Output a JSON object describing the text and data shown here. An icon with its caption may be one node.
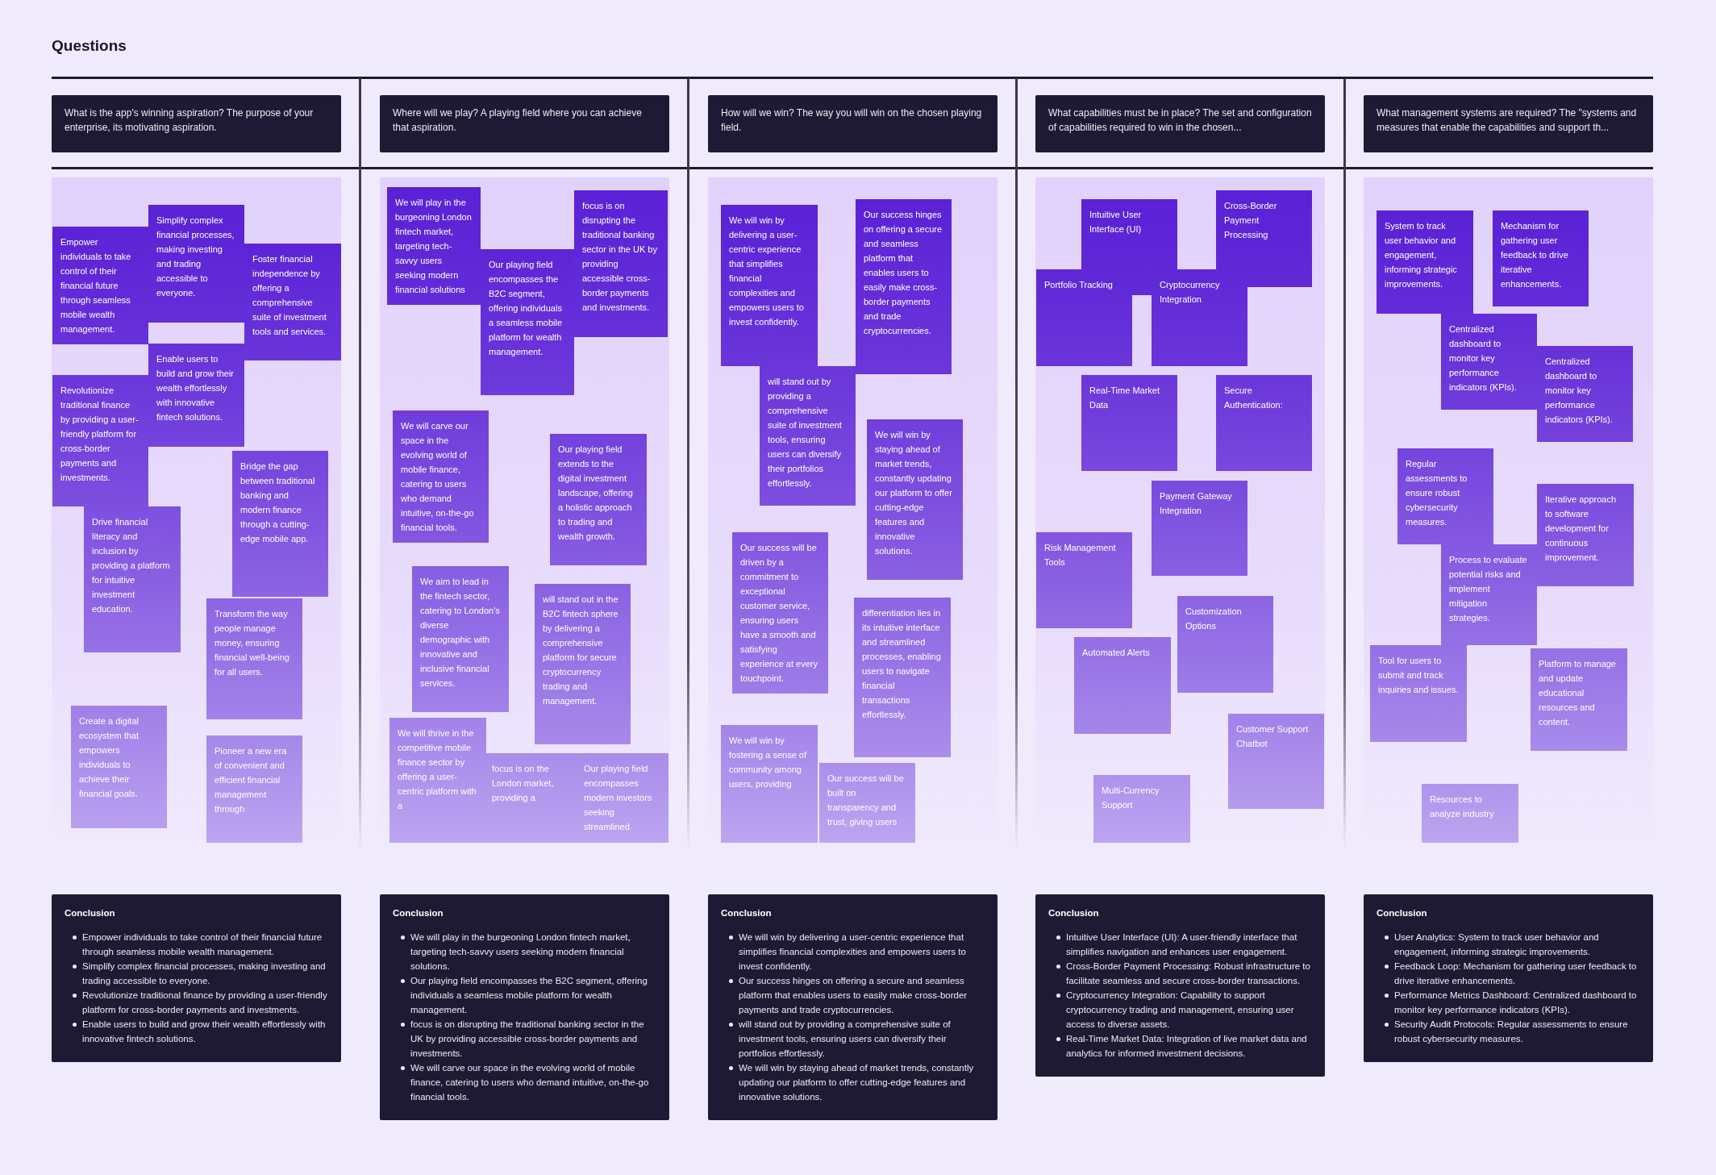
{
  "diagram": {
    "title": "Questions",
    "nodes": [
      {
        "text": [
          "What is the app's winning aspiration? The purpose of your enterprise, its motivating aspiration."
        ]
      },
      {
        "text": [
          "Where will we play? A playing field where you can achieve that aspiration."
        ]
      },
      {
        "text": [
          "How will we win? The way you will win on the chosen playing field."
        ]
      },
      {
        "text": [
          "What capabilities must be in place? The set and configuration of capabilities required to win in the chosen..."
        ]
      },
      {
        "text": [
          "What management systems are required? The \"systems and measures that enable the capabilities and support th..."
        ]
      },
      {
        "text": [],
        "shape": "box"
      },
      {
        "text": [
          "Empower individuals to take control of their financial future through seamless mobile wealth management."
        ],
        "in": 5
      },
      {
        "text": [
          "Simplify complex financial processes, making investing and trading accessible to everyone."
        ],
        "in": 5
      },
      {
        "text": [
          "Foster financial independence by offering a comprehensive suite of investment tools and services."
        ],
        "in": 5
      },
      {
        "text": [
          "Enable users to build and grow their wealth effortlessly with innovative fintech solutions."
        ],
        "in": 5
      },
      {
        "text": [
          "Revolutionize traditional finance by providing a user-friendly platform for cross-border payments and investments."
        ],
        "in": 5
      },
      {
        "text": [
          "Bridge the gap between traditional banking and modern finance through a cutting-edge mobile app."
        ],
        "in": 5
      },
      {
        "text": [
          "Drive financial literacy and inclusion by providing a platform for intuitive investment education."
        ],
        "in": 5
      },
      {
        "text": [
          "Transform the way people manage money, ensuring financial well-being for all users."
        ],
        "in": 5
      },
      {
        "text": [
          "Create a digital ecosystem that empowers individuals to achieve their financial goals."
        ],
        "in": 5
      },
      {
        "text": [
          "Pioneer a new era of convenient and efficient financial management through"
        ],
        "in": 5
      },
      {
        "text": [],
        "shape": "box"
      },
      {
        "text": [
          "We will play in the burgeoning London fintech market, targeting tech-savvy users seeking modern financial solutions"
        ],
        "in": 16
      },
      {
        "text": [
          "Our playing field encompasses the B2C segment, offering individuals a seamless mobile platform for wealth management."
        ],
        "in": 16
      },
      {
        "text": [
          "focus is on disrupting the traditional banking sector in the UK by providing accessible cross-border payments and investments."
        ],
        "in": 16
      },
      {
        "text": [
          "We will carve our space in the evolving world of mobile finance, catering to users who demand intuitive, on-the-go financial tools."
        ],
        "in": 16
      },
      {
        "text": [
          "Our playing field extends to the digital investment landscape, offering a holistic approach to trading and wealth growth."
        ],
        "in": 16
      },
      {
        "text": [
          "We aim to lead in the fintech sector, catering to London's diverse demographic with innovative and inclusive financial services."
        ],
        "in": 16
      },
      {
        "text": [
          "will stand out in the B2C fintech sphere by delivering a comprehensive platform for secure cryptocurrency trading and management."
        ],
        "in": 16
      },
      {
        "text": [
          "We will thrive in the competitive mobile finance sector by offering a user-centric platform with a"
        ],
        "in": 16
      },
      {
        "text": [
          "focus is on the London market, providing a"
        ],
        "in": 16
      },
      {
        "text": [
          "Our playing field encompasses modern investors seeking streamlined"
        ],
        "in": 16
      },
      {
        "text": [],
        "shape": "box"
      },
      {
        "text": [
          "We will win by delivering a user-centric experience that simplifies financial complexities and empowers users to invest confidently."
        ],
        "in": 27
      },
      {
        "text": [
          "Our success hinges on offering a secure and seamless platform that enables users to easily make cross-border payments and trade cryptocurrencies."
        ],
        "in": 27
      },
      {
        "text": [
          "will stand out by providing a comprehensive suite of investment tools, ensuring users can diversify their portfolios effortlessly."
        ],
        "in": 27
      },
      {
        "text": [
          "We will win by staying ahead of market trends, constantly updating our platform to offer cutting-edge features and innovative solutions."
        ],
        "in": 27
      },
      {
        "text": [
          "Our success will be driven by a commitment to exceptional customer service, ensuring users have a smooth and satisfying experience at every touchpoint."
        ],
        "in": 27
      },
      {
        "text": [
          "differentiation lies in its intuitive interface and streamlined processes, enabling users to navigate financial transactions effortlessly."
        ],
        "in": 27
      },
      {
        "text": [
          "We will win by fostering a sense of community among users, providing"
        ],
        "in": 27
      },
      {
        "text": [
          "Our success will be built on transparency and trust, giving users"
        ],
        "in": 27
      },
      {
        "text": [],
        "shape": "box"
      },
      {
        "text": [
          "Intuitive User Interface (UI)"
        ],
        "in": 36
      },
      {
        "text": [
          "Cross-Border Payment Processing"
        ],
        "in": 36
      },
      {
        "text": [
          "Portfolio Tracking"
        ],
        "in": 36
      },
      {
        "text": [
          "Cryptocurrency Integration"
        ],
        "in": 36
      },
      {
        "text": [
          "Real-Time Market Data"
        ],
        "in": 36
      },
      {
        "text": [
          "Secure Authentication:"
        ],
        "in": 36
      },
      {
        "text": [
          "Payment Gateway Integration"
        ],
        "in": 36
      },
      {
        "text": [
          "Risk Management Tools"
        ],
        "in": 36
      },
      {
        "text": [
          "Customization Options"
        ],
        "in": 36
      },
      {
        "text": [
          "Automated Alerts"
        ],
        "in": 36
      },
      {
        "text": [
          "Customer Support Chatbot"
        ],
        "in": 36
      },
      {
        "text": [
          "Multi-Currency Support"
        ],
        "in": 36
      },
      {
        "text": [],
        "shape": "box"
      },
      {
        "text": [
          "System to track user behavior and engagement, informing strategic improvements."
        ],
        "in": 49
      },
      {
        "text": [
          "Mechanism for gathering user feedback to drive iterative enhancements."
        ],
        "in": 49
      },
      {
        "text": [
          "Centralized dashboard to monitor key performance indicators (KPIs)."
        ],
        "in": 49
      },
      {
        "text": [
          "Centralized dashboard to monitor key performance indicators (KPIs)."
        ],
        "in": 49
      },
      {
        "text": [
          "Regular assessments to ensure robust cybersecurity measures."
        ],
        "in": 49
      },
      {
        "text": [
          "Iterative approach to software development for continuous improvement."
        ],
        "in": 49
      },
      {
        "text": [
          "Process to evaluate potential risks and implement mitigation strategies."
        ],
        "in": 49
      },
      {
        "text": [
          "Tool for users to submit and track inquiries and issues."
        ],
        "in": 49
      },
      {
        "text": [
          "Platform to manage and update educational resources and content."
        ],
        "in": 49
      },
      {
        "text": [
          "Resources to analyze industry"
        ],
        "in": 49
      },
      {
        "text": [
          "Conclusion",
          "Empower individuals to take control of their financial future through seamless mobile wealth management.",
          "Simplify complex financial processes, making investing and trading accessible to everyone.",
          "Revolutionize traditional finance by providing a user-friendly platform for cross-border payments and investments.",
          "Enable users to build and grow their wealth effortlessly with innovative fintech solutions."
        ]
      },
      {
        "text": [
          "Conclusion",
          "We will play in the burgeoning London fintech market, targeting tech-savvy users seeking modern financial solutions.",
          "Our playing field encompasses the B2C segment, offering individuals a seamless mobile platform for wealth management.",
          "focus is on disrupting the traditional banking sector in the UK by providing accessible cross-border payments and investments.",
          "We will carve our space in the evolving world of mobile finance, catering to users who demand intuitive, on-the-go financial tools."
        ]
      },
      {
        "text": [
          "Conclusion",
          "We will win by delivering a user-centric experience that simplifies financial complexities and empowers users to invest confidently.",
          "Our success hinges on offering a secure and seamless platform that enables users to easily make cross-border payments and trade cryptocurrencies.",
          "will stand out by providing a comprehensive suite of investment tools, ensuring users can diversify their portfolios effortlessly.",
          "We will win by staying ahead of market trends, constantly updating our platform to offer cutting-edge features and innovative solutions."
        ]
      },
      {
        "text": [
          "Conclusion",
          "Intuitive User Interface (UI): A user-friendly interface that simplifies navigation and enhances user engagement.",
          "Cross-Border Payment Processing: Robust infrastructure to facilitate seamless and secure cross-border transactions.",
          "Cryptocurrency Integration: Capability to support cryptocurrency trading and management, ensuring user access to diverse assets.",
          "Real-Time Market Data: Integration of live market data and analytics for informed investment decisions."
        ]
      },
      {
        "text": [
          "Conclusion",
          "User Analytics: System to track user behavior and engagement, informing strategic improvements.",
          "Feedback Loop: Mechanism for gathering user feedback to drive iterative enhancements.",
          "Performance Metrics Dashboard: Centralized dashboard to monitor key performance indicators (KPIs).",
          "Security Audit Protocols: Regular assessments to ensure robust cybersecurity measures."
        ]
      }
    ]
  }
}
